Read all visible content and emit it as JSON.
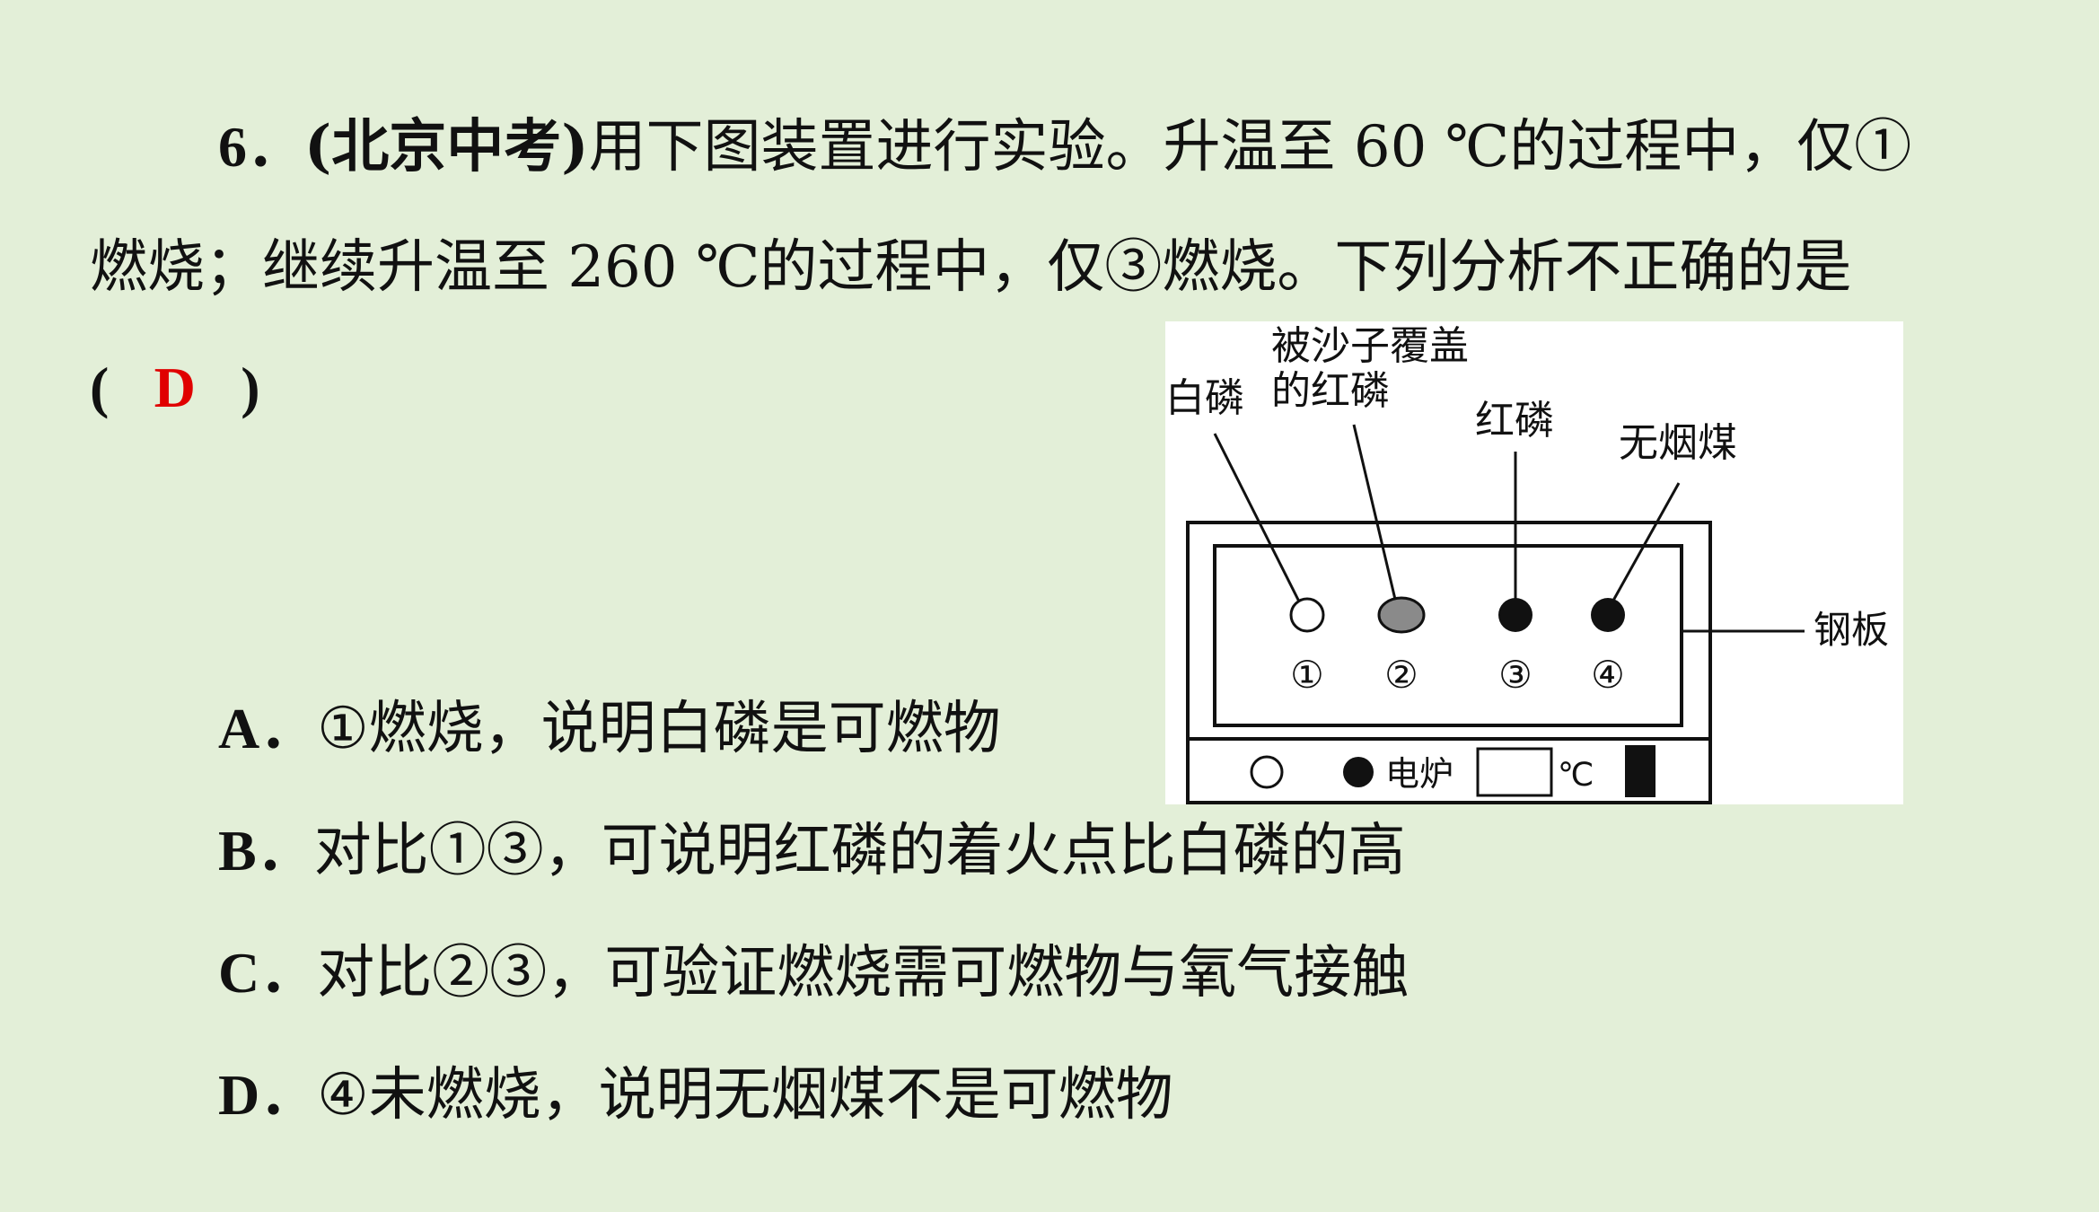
{
  "question": {
    "number": "6．",
    "source": "(北京中考)",
    "line1_rest": "用下图装置进行实验。升温至 60 ℃的过程中，仅①",
    "line2": "燃烧；继续升温至  260  ℃的过程中，仅③燃烧。下列分析不正确的是",
    "answer_open": "(",
    "answer": "D",
    "answer_close": ")"
  },
  "options": [
    {
      "letter": "A．",
      "text": "①燃烧，说明白磷是可燃物"
    },
    {
      "letter": "B．",
      "text": "对比①③，可说明红磷的着火点比白磷的高"
    },
    {
      "letter": "C．",
      "text": "对比②③，可验证燃烧需可燃物与氧气接触"
    },
    {
      "letter": "D．",
      "text": "④未燃烧，说明无烟煤不是可燃物"
    }
  ],
  "figure": {
    "label_sand_line1": "被沙子覆盖",
    "label_sand_line2": "的红磷",
    "label_white_p": "白磷",
    "label_red_p": "红磷",
    "label_coal": "无烟煤",
    "label_plate": "钢板",
    "num1": "①",
    "num2": "②",
    "num3": "③",
    "num4": "④",
    "label_furnace": "电炉",
    "label_unit": "℃",
    "colors": {
      "sand_covered": "#8a8a8a",
      "filled": "#111111",
      "empty": "#ffffff"
    }
  }
}
